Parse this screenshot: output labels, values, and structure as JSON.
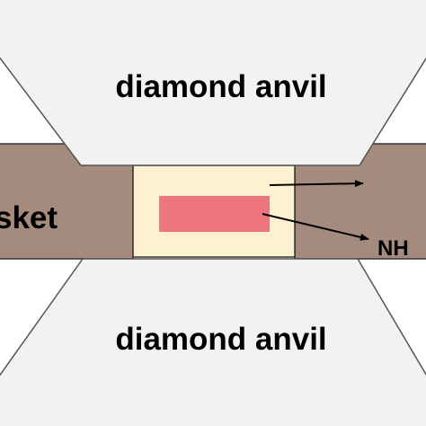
{
  "labels": {
    "top_anvil": "diamond anvil",
    "bottom_anvil": "diamond anvil",
    "gasket": "sket",
    "right_label": "NH"
  },
  "colors": {
    "anvil_fill": "#f2f2f2",
    "anvil_stroke": "#555555",
    "gasket_fill": "#a58b7d",
    "chamber_fill": "#fdf1d0",
    "sample_fill": "#ee7480",
    "arrow": "#000000"
  }
}
